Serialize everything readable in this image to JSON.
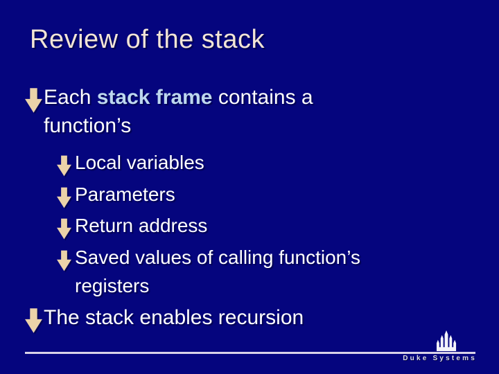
{
  "colors": {
    "background": "#05057E",
    "title": "#F2E5D6",
    "body": "#FFFFFF",
    "highlight": "#BDD7EE",
    "arrow": "#EBD2A9",
    "divider": "#D9D3E8",
    "logo": "#F4F4FA",
    "brand": "#DCDCE8"
  },
  "slide": {
    "title": "Review of the stack",
    "bullets": [
      {
        "level": 1,
        "segments": [
          {
            "text": "Each "
          },
          {
            "text": "stack frame",
            "style": "highlight"
          },
          {
            "text": " contains a"
          },
          {
            "break": true
          },
          {
            "text": "function’s"
          }
        ]
      },
      {
        "level": 2,
        "segments": [
          {
            "text": "Local variables"
          }
        ]
      },
      {
        "level": 2,
        "segments": [
          {
            "text": "Parameters"
          }
        ]
      },
      {
        "level": 2,
        "segments": [
          {
            "text": "Return address"
          }
        ]
      },
      {
        "level": 2,
        "segments": [
          {
            "text": "Saved values of calling function’s"
          },
          {
            "break": true
          },
          {
            "text": "registers"
          }
        ]
      },
      {
        "level": 1,
        "segments": [
          {
            "text": "The stack enables recursion"
          }
        ]
      }
    ],
    "footer": {
      "brand": "Duke Systems",
      "logo_icon": "duke-chapel-icon"
    }
  }
}
